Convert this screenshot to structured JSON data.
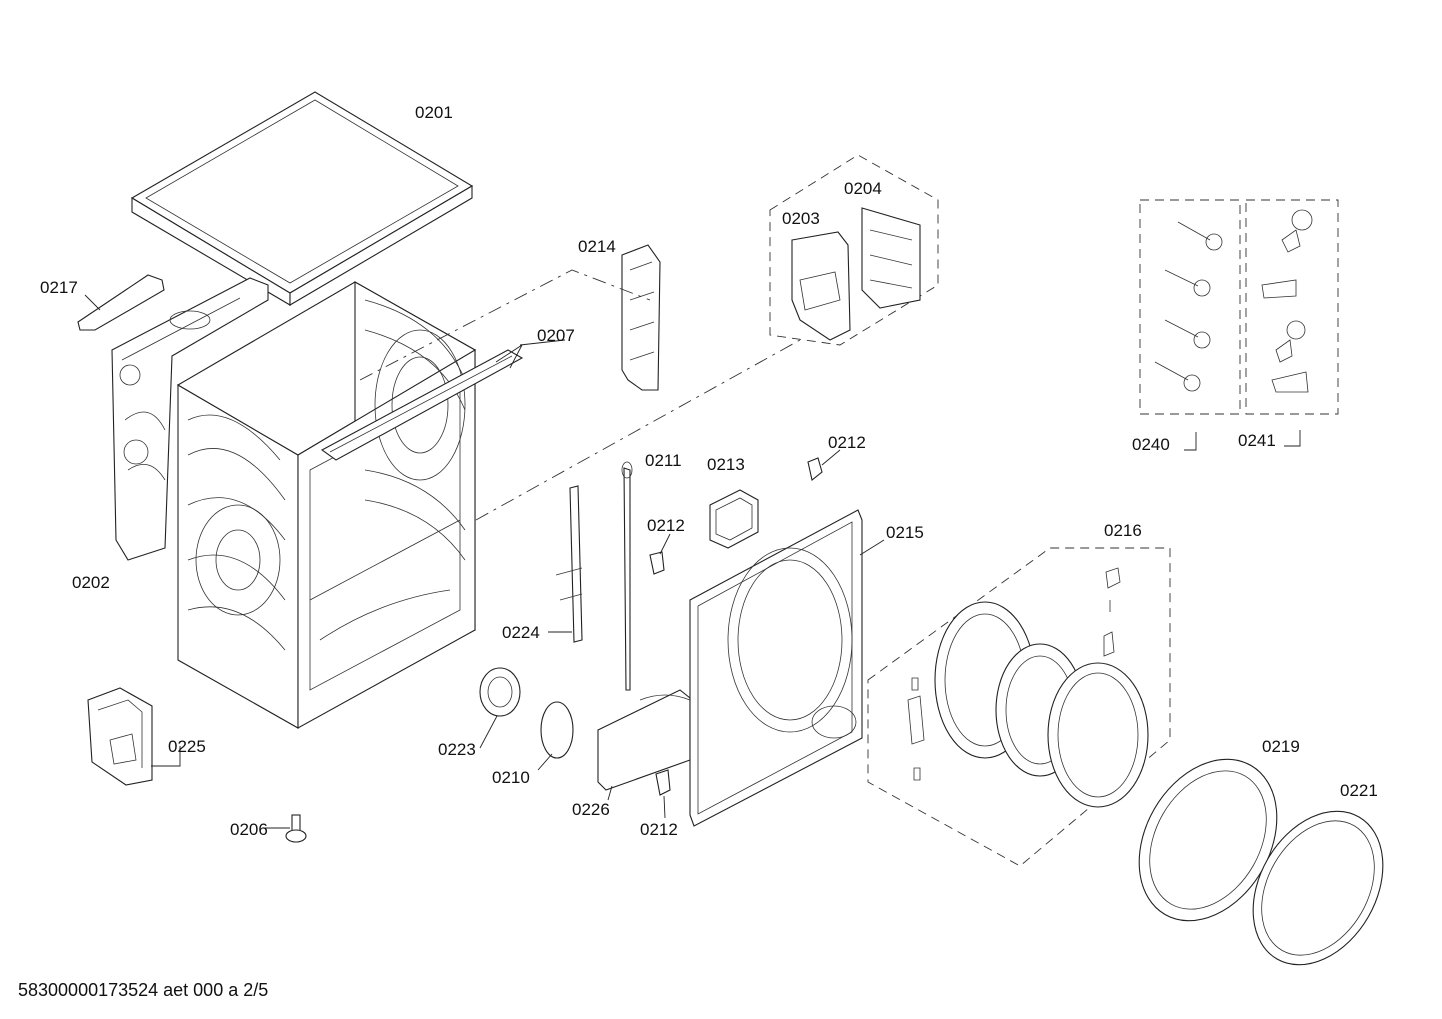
{
  "diagram": {
    "labels": {
      "p0201": "0201",
      "p0202": "0202",
      "p0203": "0203",
      "p0204": "0204",
      "p0206": "0206",
      "p0207": "0207",
      "p0210": "0210",
      "p0211": "0211",
      "p0212a": "0212",
      "p0212b": "0212",
      "p0212c": "0212",
      "p0213": "0213",
      "p0214": "0214",
      "p0215": "0215",
      "p0216": "0216",
      "p0217": "0217",
      "p0219": "0219",
      "p0221": "0221",
      "p0223": "0223",
      "p0224": "0224",
      "p0225": "0225",
      "p0226": "0226",
      "p0240": "0240",
      "p0241": "0241"
    },
    "footer": "58300000173524 aet 000 a 2/5"
  }
}
